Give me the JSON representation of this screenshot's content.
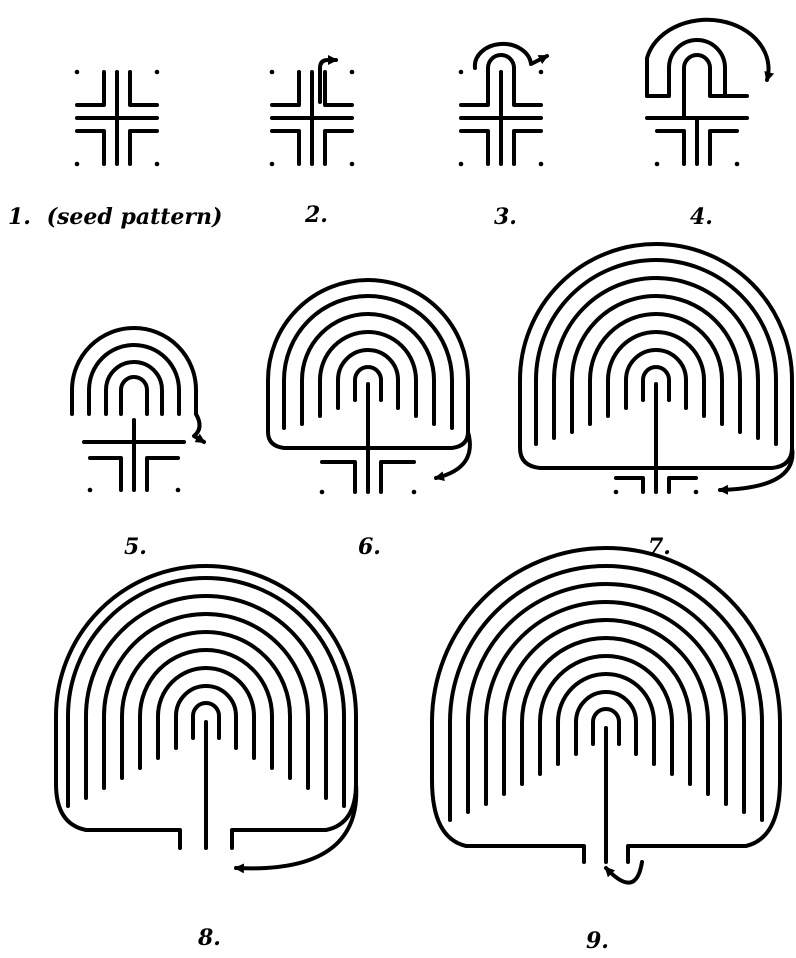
{
  "diagram": {
    "ink_color": "#000000",
    "background_color": "#ffffff",
    "steps": [
      {
        "number": "1.",
        "note": "(seed pattern)"
      },
      {
        "number": "2."
      },
      {
        "number": "3."
      },
      {
        "number": "4."
      },
      {
        "number": "5."
      },
      {
        "number": "6."
      },
      {
        "number": "7."
      },
      {
        "number": "8."
      },
      {
        "number": "9."
      }
    ]
  }
}
